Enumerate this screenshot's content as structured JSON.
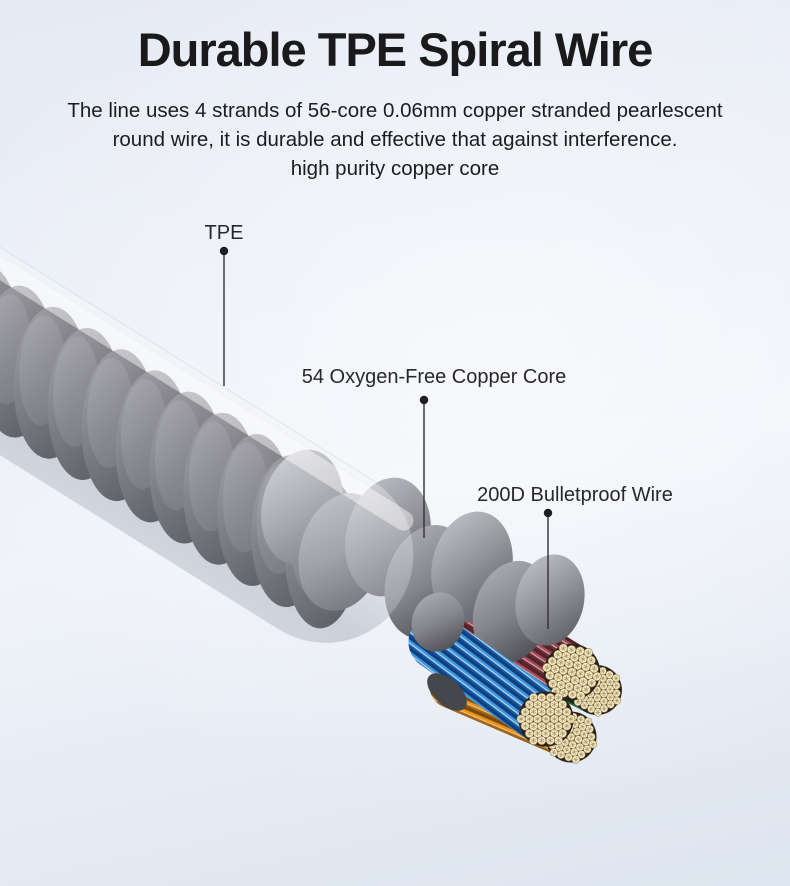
{
  "header": {
    "title": "Durable TPE Spiral Wire",
    "subtitle_lines": [
      "The line uses 4 strands of 56-core 0.06mm copper stranded pearlescent",
      "round wire, it is durable and effective that against interference.",
      "high purity copper core"
    ]
  },
  "callouts": {
    "tpe": {
      "label": "TPE"
    },
    "copper_core": {
      "label": "54 Oxygen-Free Copper Core"
    },
    "bulletproof": {
      "label": "200D Bulletproof Wire"
    }
  },
  "illustration_colors": {
    "background_blue": "#e9edf5",
    "title_text": "#1a1a1c",
    "body_text": "#1d1d20",
    "leader_line": "#303034",
    "tpe_tube_gray": "#c9ced8",
    "spiral_coil_dark": "#38383e",
    "jacket_gray": "#919298",
    "strand_red": "#a34b57",
    "strand_blue": "#3d9ae2",
    "strand_green": "#326f42",
    "strand_orange": "#e8961f",
    "copper_core_cream": "#f1e6c2"
  }
}
